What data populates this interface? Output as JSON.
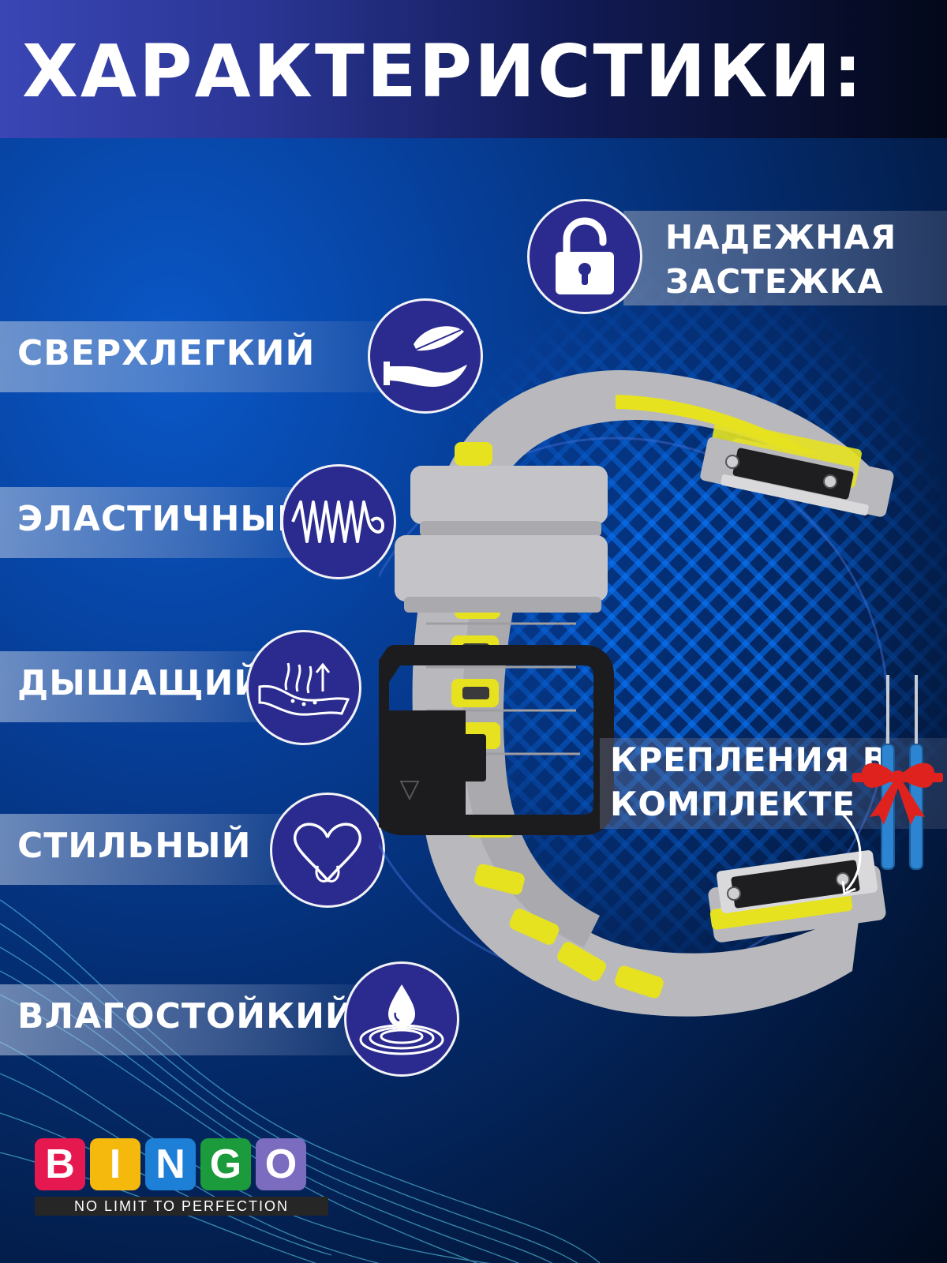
{
  "header": {
    "title": "ХАРАКТЕРИСТИКИ:"
  },
  "features": [
    {
      "label": "СВЕРХЛЕГКИЙ",
      "icon": "feather-hand-icon"
    },
    {
      "label": "ЭЛАСТИЧНЫЙ",
      "icon": "spring-icon"
    },
    {
      "label": "ДЫШАЩИЙ",
      "icon": "breathable-fabric-icon"
    },
    {
      "label": "СТИЛЬНЫЙ",
      "icon": "heart-icon"
    },
    {
      "label": "ВЛАГОСТОЙКИЙ",
      "icon": "water-drop-icon"
    }
  ],
  "clasp": {
    "line1": "НАДЕЖНАЯ",
    "line2": "ЗАСТЕЖКА",
    "icon": "padlock-icon"
  },
  "mounts": {
    "line1": "КРЕПЛЕНИЯ В",
    "line2": "КОМПЛЕКТЕ"
  },
  "logo": {
    "letters": [
      "B",
      "I",
      "N",
      "G",
      "O"
    ],
    "letter_colors": [
      "#e5194f",
      "#f5b80c",
      "#1e7fd6",
      "#1b9b3b",
      "#7b6cc0"
    ],
    "tagline": "NO LIMIT TO PERFECTION"
  },
  "colors": {
    "icon_circle": "#2b2a8e",
    "strap_gray": "#b9b9bd",
    "strap_accent": "#e6e21f",
    "buckle": "#1c1c1e"
  }
}
